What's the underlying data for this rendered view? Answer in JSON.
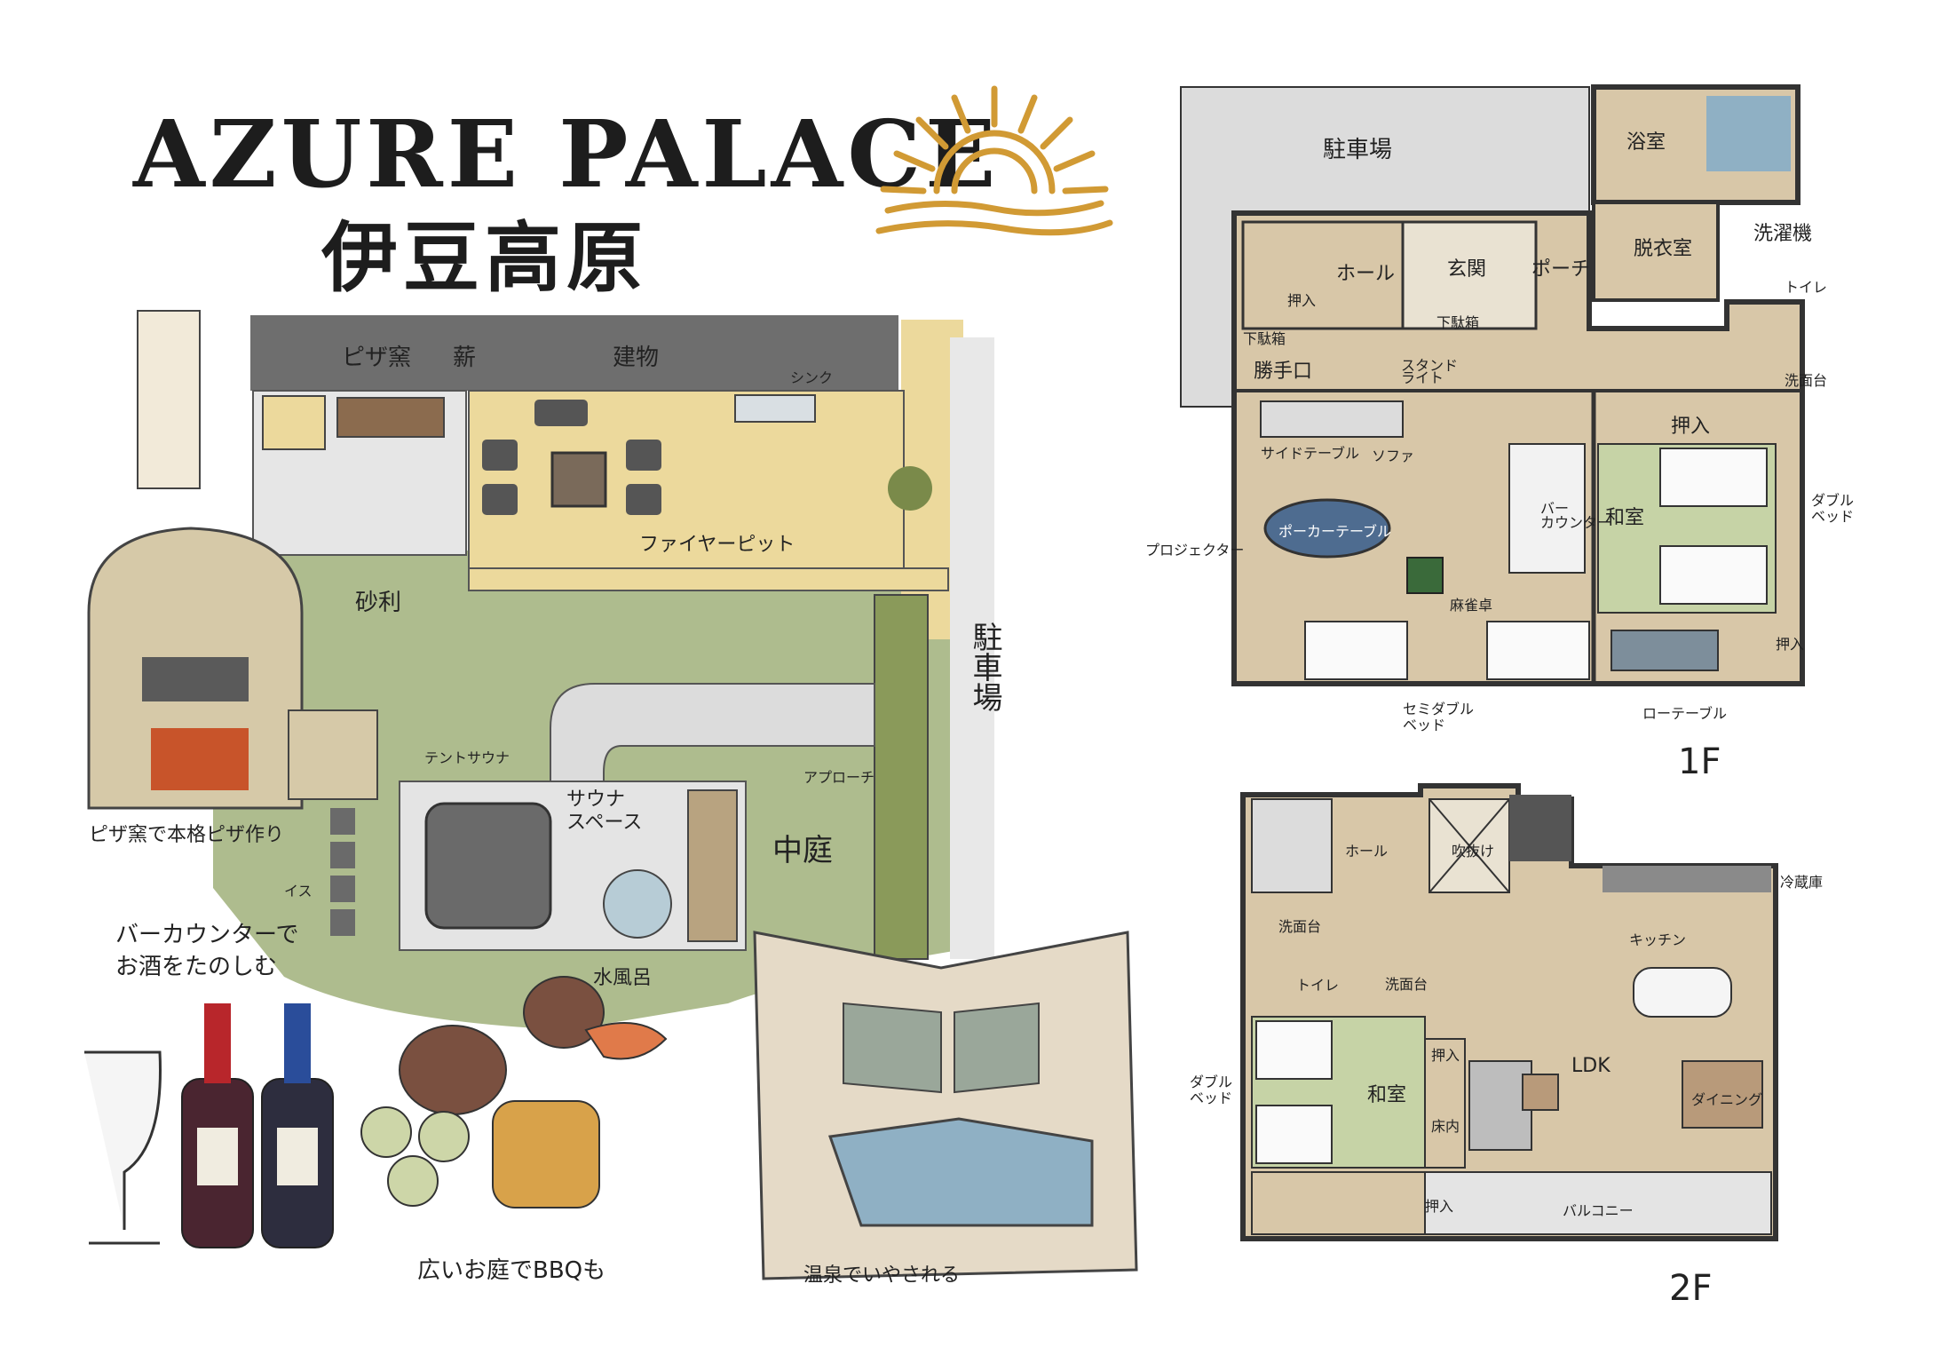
{
  "title": {
    "en": "AZURE PALACE",
    "jp": "伊豆高原"
  },
  "garden": {
    "labels": {
      "pizza_oven": "ピザ窯",
      "firewood": "薪",
      "building": "建物",
      "sink": "シンク",
      "gravel": "砂利",
      "fire_pit": "ファイヤーピット",
      "parking": "駐車場",
      "tent_sauna": "テントサウナ",
      "sauna_space": "サウナ\nスペース",
      "approach": "アプローチ",
      "courtyard": "中庭",
      "chair": "イス",
      "cold_bath": "水風呂"
    }
  },
  "annotations": {
    "pizza": "ピザ窯で本格ピザ作り",
    "bar": "バーカウンターで\nお酒をたのしむ",
    "bbq": "広いお庭でBBQも",
    "onsen": "温泉でいやされる"
  },
  "floor1": {
    "name": "1F",
    "labels": {
      "parking": "駐車場",
      "bath": "浴室",
      "washroom": "脱衣室",
      "laundry": "洗濯機",
      "hall": "ホール",
      "entrance": "玄関",
      "porch": "ポーチ",
      "closet": "押入",
      "shoe_box": "下駄箱",
      "shoe_box2": "下駄箱",
      "back_door": "勝手口",
      "toilet": "トイレ",
      "sink": "洗面台",
      "stand_light": "スタンド\nライト",
      "side_table": "サイドテーブル",
      "sofa": "ソファ",
      "closet2": "押入",
      "double_bed": "ダブル\nベッド",
      "poker_table": "ポーカーテーブル",
      "bar_counter": "バー\nカウンター",
      "japanese_room": "和室",
      "projector": "プロジェクター",
      "mahjong": "麻雀卓",
      "closet3": "押入",
      "semi_double": "セミダブル\nベッド",
      "low_table": "ローテーブル"
    }
  },
  "floor2": {
    "name": "2F",
    "labels": {
      "hall": "ホール",
      "atrium": "吹抜け",
      "fridge": "冷蔵庫",
      "sink": "洗面台",
      "sink2": "洗面台",
      "toilet": "トイレ",
      "kitchen": "キッチン",
      "double_bed": "ダブル\nベッド",
      "closet": "押入",
      "japanese_room": "和室",
      "storage": "床内",
      "ldk": "LDK",
      "dining": "ダイニング",
      "closet2": "押入",
      "balcony": "バルコニー"
    }
  },
  "colors": {
    "lawn": "#9aab72",
    "deck": "#ecd99c",
    "wall": "#6e6e6e",
    "floor": "#d8c7a8",
    "tatami": "#c6d3a6",
    "water": "#8fb0c4",
    "ochre": "#d19a34"
  }
}
